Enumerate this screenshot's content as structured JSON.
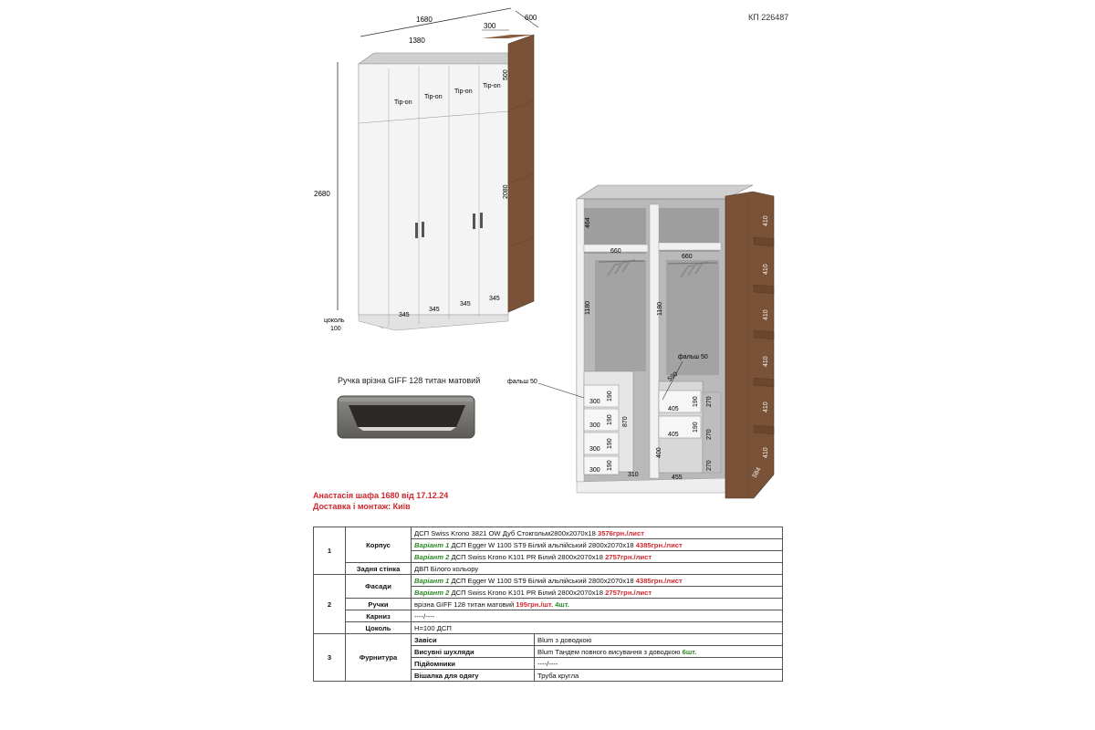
{
  "doc_code": "КП 226487",
  "dims": {
    "total_width": "1680",
    "main_width": "1380",
    "side_width": "300",
    "depth": "600",
    "height": "2680",
    "top_height": "500",
    "door_height": "2080",
    "plinth_label": "цоколь",
    "plinth_value": "100",
    "tipon": "Tip-on",
    "door_width": "345"
  },
  "interior": {
    "top_shelf": "464",
    "shelf_w": "660",
    "hanging": "1180",
    "drawer_w": "300",
    "drawer_h": "190",
    "drawer_block": "870",
    "bottom_w1": "310",
    "false_panel": "фальш 50",
    "diag": "590",
    "shelf_w2": "405",
    "low_h": "400",
    "bottom_w2": "455",
    "small_h": "270",
    "side_shelf": "410",
    "side_depth": "584"
  },
  "handle_caption": "Ручка врізна GIFF 128 титан матовий",
  "order_title": "Анастасія шафа 1680 від 17.12.24",
  "delivery": "Доставка і монтаж: Київ",
  "table": {
    "r1": {
      "num": "1",
      "cat": "Корпус",
      "l1": "ДСП Swiss Krono 3821 OW Дуб Стокгольм2800х2070х18 ",
      "p1": "3576грн./лист",
      "v1": "Варіант 1",
      "l2": " ДСП Egger W 1100 ST9 Білий альпійський 2800х2070х18 ",
      "p2": "4385грн./лист",
      "v2": "Варіант 2",
      "l3": " ДСП Swiss Krono K101 PR Білий 2800х2070х18 ",
      "p3": "2757грн./лист",
      "back": "Задня стінка",
      "back_val": "ДВП Білого кольору"
    },
    "r2": {
      "num": "2",
      "fac": "Фасади",
      "v1": "Варіант 1",
      "l1": " ДСП Egger W 1100 ST9 Білий альпійський 2800х2070х18 ",
      "p1": "4385грн./лист",
      "v2": "Варіант 2",
      "l2": " ДСП Swiss Krono K101 PR Білий 2800х2070х18 ",
      "p2": "2757грн./лист",
      "handles": "Ручки",
      "h_text": "врізна GIFF 128 титан матовий ",
      "h_price": "195грн./шт.",
      "h_qty": " 4шт.",
      "cornice": "Карниз",
      "cornice_val": "----/----",
      "plinth": "Цоколь",
      "plinth_val": "Н=100 ДСП"
    },
    "r3": {
      "num": "3",
      "cat": "Фурнитура",
      "s1": "Завіси",
      "s1v": "Blum з доводкою",
      "s2": "Висувні шухляди",
      "s2v": "Blum Тандем повного висування з доводкою ",
      "s2q": "6шт.",
      "s3": "Підйомники",
      "s3v": "----/----",
      "s4": "Вішалка для одягу",
      "s4v": "Труба кругла"
    }
  }
}
